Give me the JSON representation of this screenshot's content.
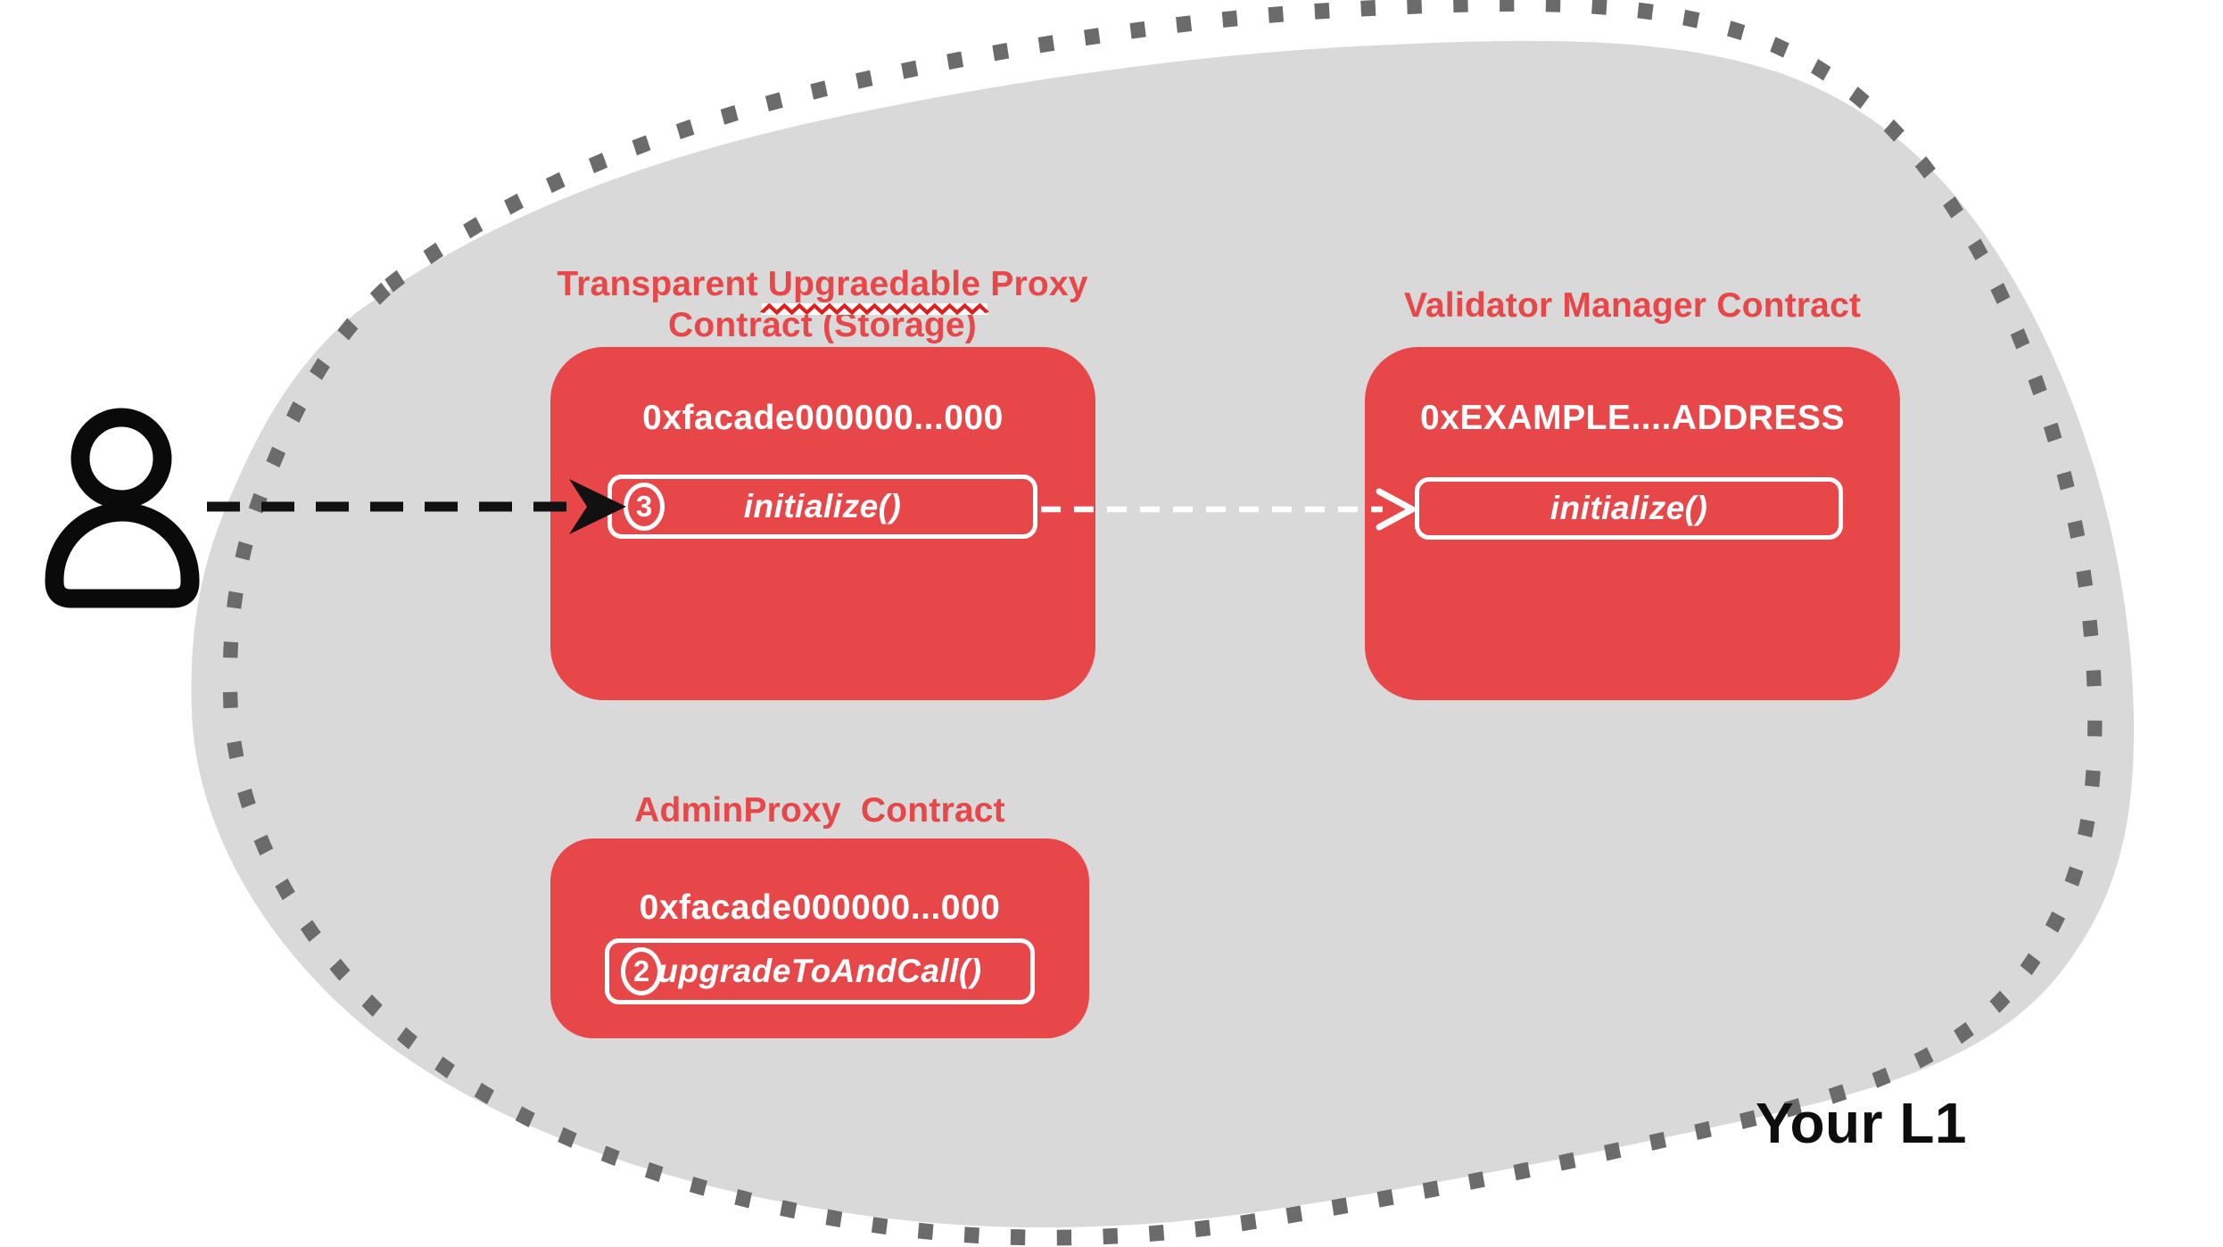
{
  "region": {
    "label": "Your L1"
  },
  "actor": {
    "icon": "user-icon"
  },
  "boxes": {
    "proxy": {
      "title_pre": "Transparent ",
      "title_misspelled": "Upgraedable",
      "title_post": " Proxy",
      "title_line2": "Contract (Storage)",
      "address": "0xfacade000000...000",
      "step": "3",
      "method": "initialize()"
    },
    "validator": {
      "title": "Validator Manager Contract",
      "address": "0xEXAMPLE....ADDRESS",
      "method": "initialize()"
    },
    "admin": {
      "title": "AdminProxy  Contract",
      "address": "0xfacade000000...000",
      "step": "2",
      "method": "upgradeToAndCall()"
    }
  },
  "arrows": {
    "user_call": "dashed-black-arrow-from-user-to-proxy-initialize",
    "proxy_delegate": "dashed-white-arrow-from-proxy-initialize-to-validator-initialize"
  },
  "colors": {
    "contract_red": "#E84749",
    "title_red": "#E84749",
    "blob_gray": "#D9D9D9",
    "dot_gray": "#6B6B6B",
    "squiggle_red": "#E01E1E",
    "text_white": "#FFFFFF",
    "text_black": "#0D0D0D"
  }
}
